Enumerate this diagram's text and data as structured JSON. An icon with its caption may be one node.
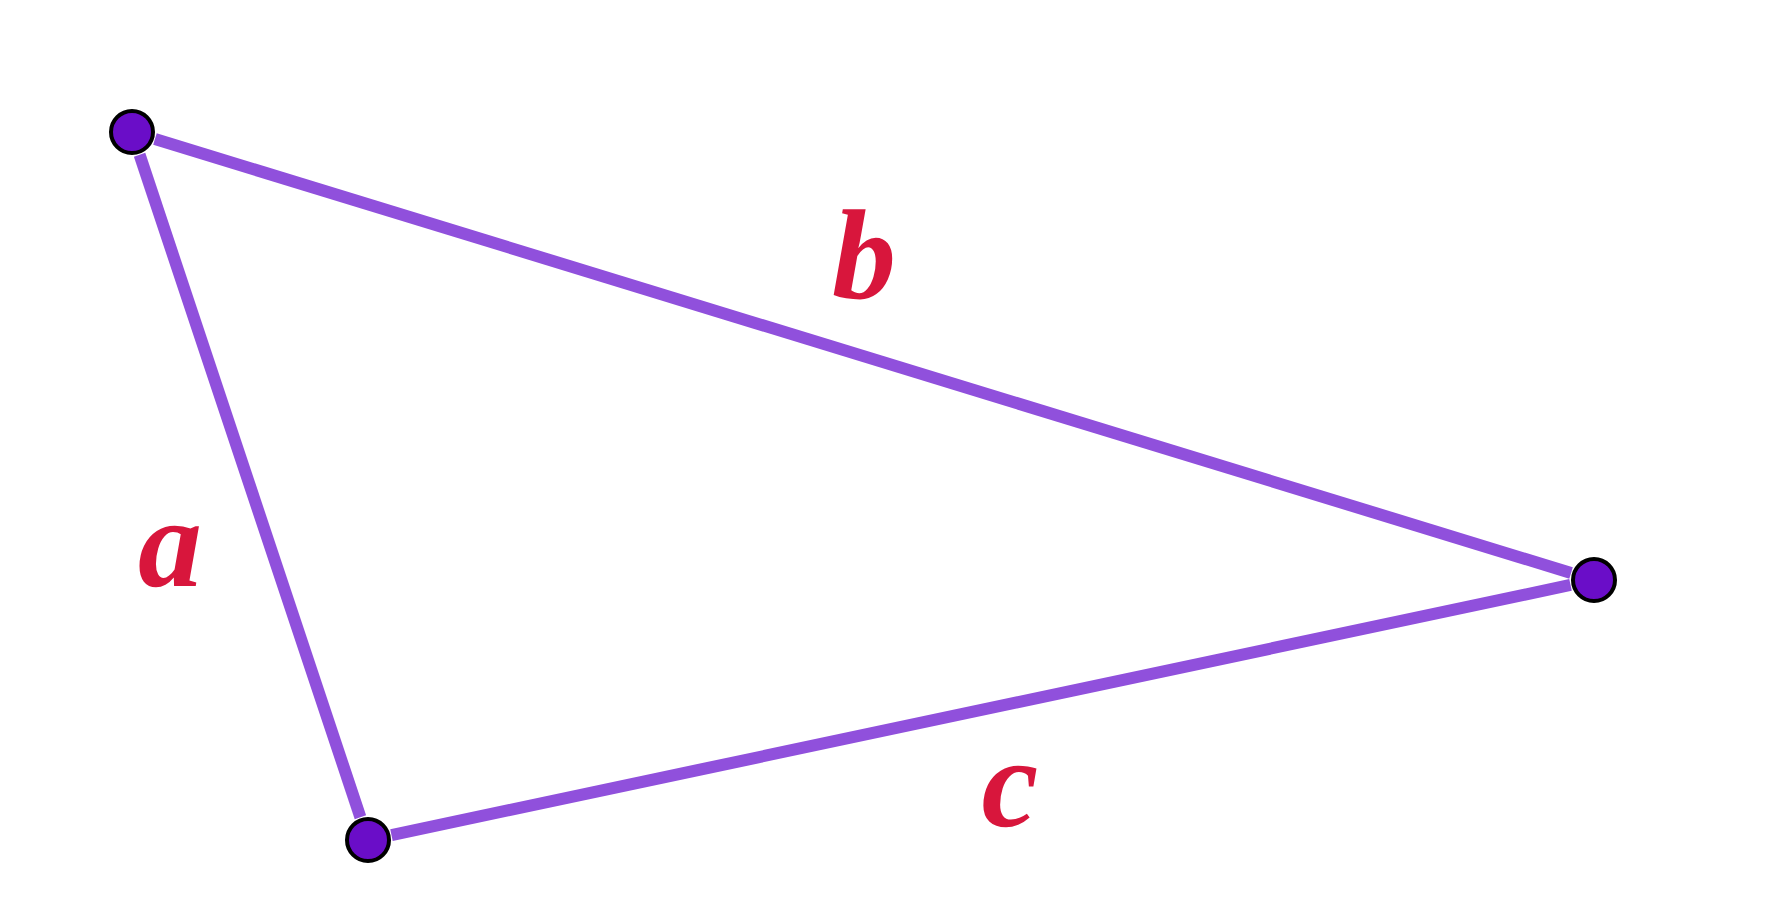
{
  "diagram": {
    "nodes": [
      {
        "text": [],
        "shape": "circle"
      },
      {
        "text": [],
        "shape": "circle"
      },
      {
        "text": [],
        "shape": "circle"
      }
    ],
    "edges": [
      {
        "from": 0,
        "to": 2,
        "arrow": "none",
        "label": "a"
      },
      {
        "from": 0,
        "to": 1,
        "arrow": "none",
        "label": "b"
      },
      {
        "from": 2,
        "to": 1,
        "arrow": "none",
        "label": "c"
      }
    ]
  }
}
